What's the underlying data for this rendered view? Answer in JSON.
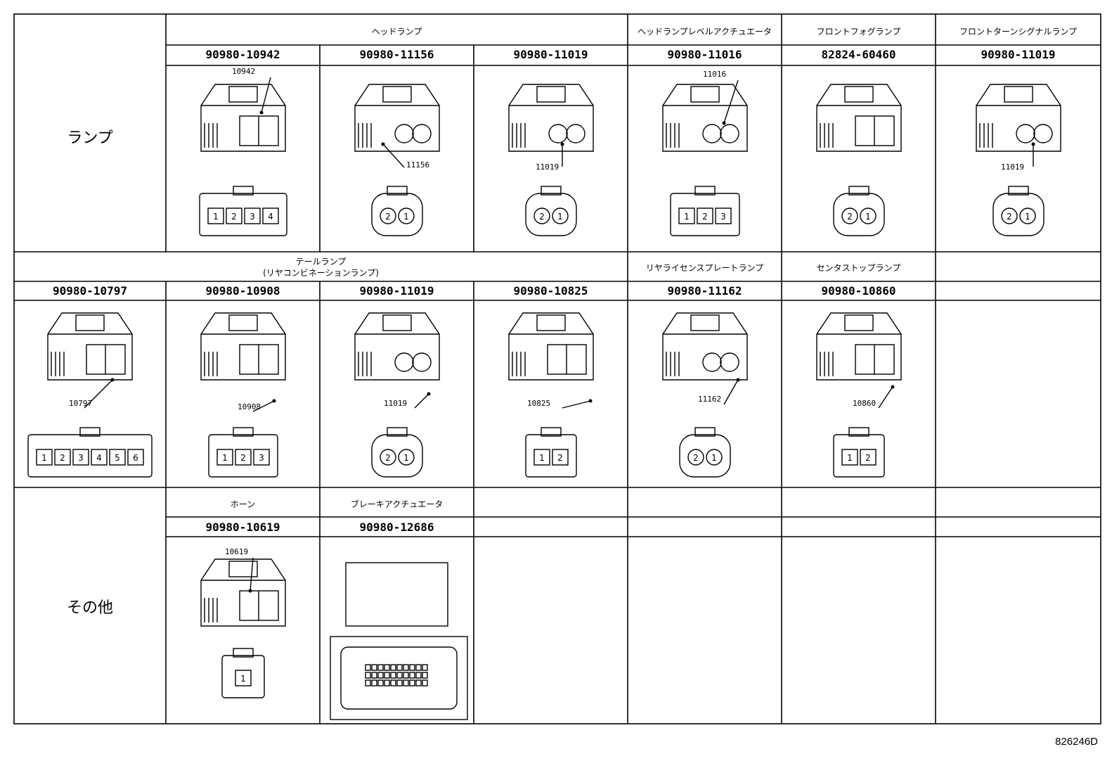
{
  "categories": {
    "lamp": "ランプ",
    "other": "その他"
  },
  "row1": {
    "groups": [
      "ヘッドランプ",
      "ヘッドランプレベルアクチュエータ",
      "フロントフォグランプ",
      "フロントターンシグナルランプ"
    ],
    "parts": [
      "90980-10942",
      "90980-11156",
      "90980-11019",
      "90980-11016",
      "82824-60460",
      "90980-11019"
    ],
    "callouts": [
      "10942",
      "11156",
      "11019",
      "11016",
      "11019"
    ],
    "pins": [
      [
        "1",
        "2",
        "3",
        "4"
      ],
      [
        "2",
        "1"
      ],
      [
        "2",
        "1"
      ],
      [
        "1",
        "2",
        "3"
      ],
      [
        "2",
        "1"
      ],
      [
        "2",
        "1"
      ]
    ]
  },
  "row2": {
    "groups": [
      "テールランプ",
      "(リヤコンビネーションランプ)",
      "リヤライセンスプレートランプ",
      "センタストップランプ"
    ],
    "parts": [
      "90980-10797",
      "90980-10908",
      "90980-11019",
      "90980-10825",
      "90980-11162",
      "90980-10860"
    ],
    "callouts": [
      "10797",
      "10908",
      "11019",
      "10825",
      "11162",
      "10860"
    ],
    "pins": [
      [
        "1",
        "2",
        "3",
        "4",
        "5",
        "6"
      ],
      [
        "1",
        "2",
        "3"
      ],
      [
        "2",
        "1"
      ],
      [
        "1",
        "2"
      ],
      [
        "2",
        "1"
      ],
      [
        "1",
        "2"
      ]
    ]
  },
  "row3": {
    "groups": [
      "ホーン",
      "ブレーキアクチュエータ"
    ],
    "parts": [
      "90980-10619",
      "90980-12686"
    ],
    "callouts": [
      "10619"
    ],
    "pins": [
      [
        "1"
      ]
    ]
  },
  "drawing_code": "826246D"
}
